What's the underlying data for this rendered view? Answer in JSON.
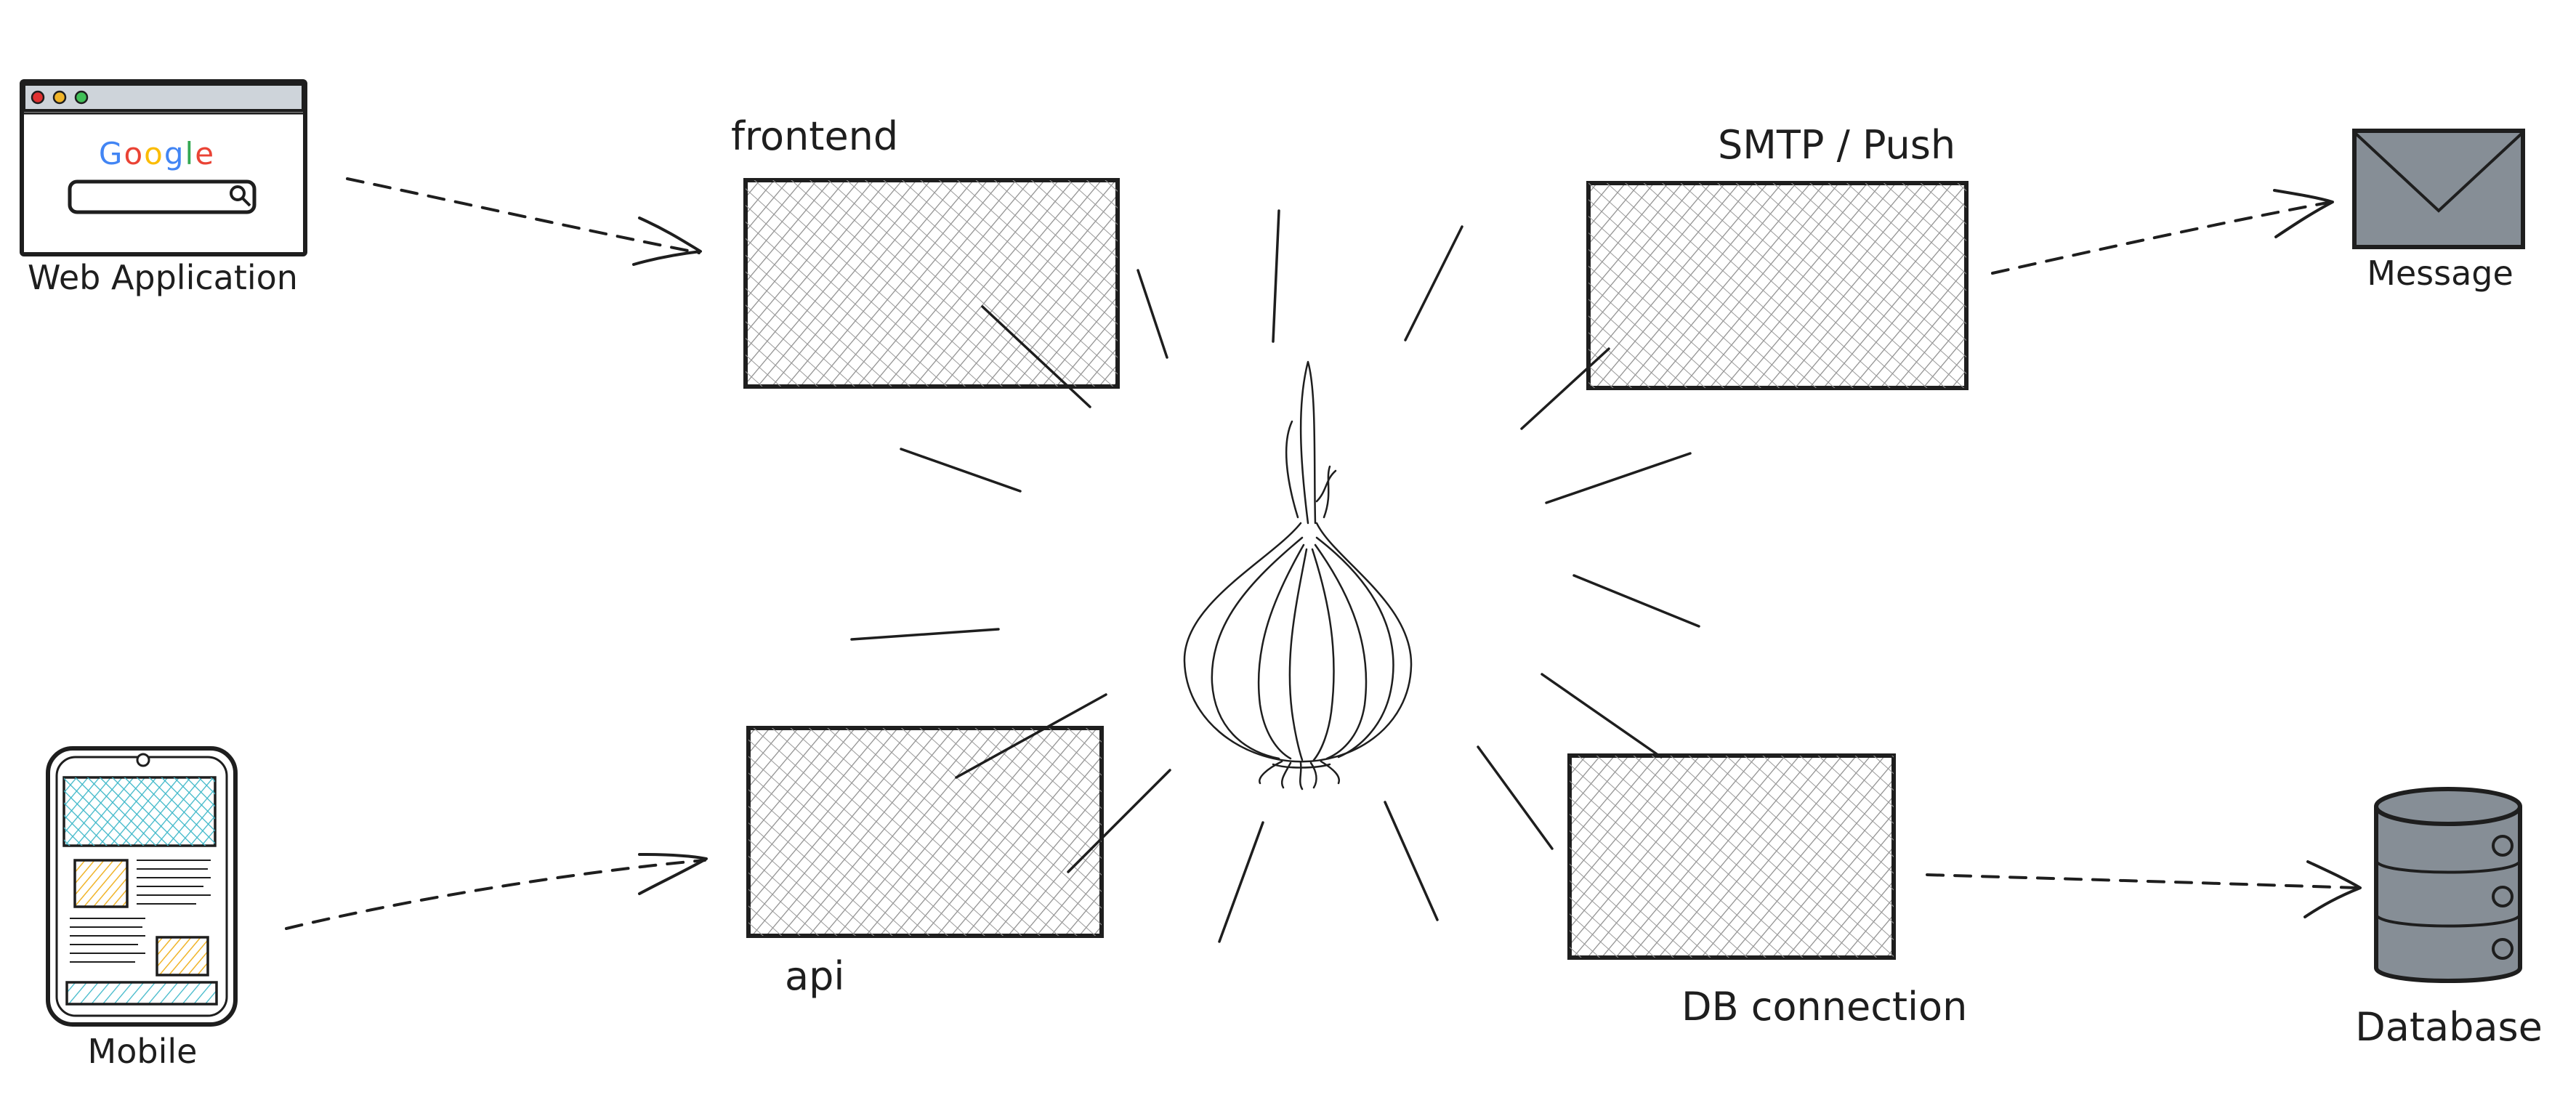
{
  "nodes": {
    "web_application": {
      "label": "Web Application",
      "search_logo": "Google"
    },
    "mobile": {
      "label": "Mobile"
    },
    "frontend": {
      "label": "frontend"
    },
    "api": {
      "label": "api"
    },
    "smtp_push": {
      "label": "SMTP / Push"
    },
    "db_connection": {
      "label": "DB connection"
    },
    "message": {
      "label": "Message"
    },
    "database": {
      "label": "Database"
    }
  },
  "icons": {
    "center": "onion-icon",
    "web": "browser-window-icon",
    "mobile": "phone-icon",
    "message": "envelope-icon",
    "database": "database-cylinder-icon"
  },
  "colors": {
    "stroke": "#1e1e1e",
    "hatch": "#8a8a8a",
    "mobile_header": "#3fb8c9",
    "mobile_images": "#f0b429",
    "icon_fill": "#868e96",
    "google_blue": "#4285F4",
    "google_red": "#EA4335",
    "google_yellow": "#FBBC05",
    "google_green": "#34A853"
  }
}
